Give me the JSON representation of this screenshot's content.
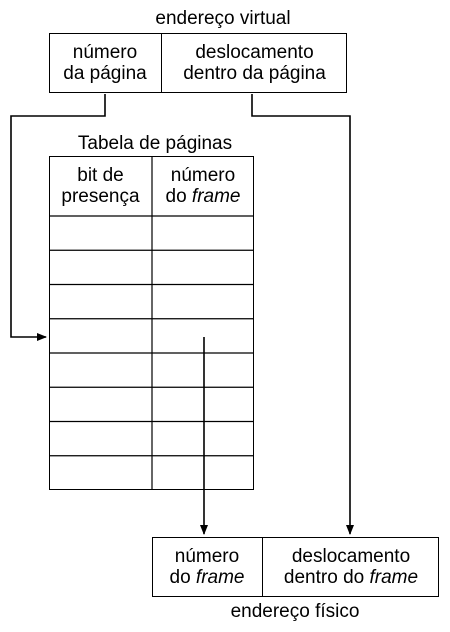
{
  "virtual_address": {
    "caption": "endereço virtual",
    "page_number": {
      "line1": "número",
      "line2": "da página"
    },
    "offset": {
      "line1": "deslocamento",
      "line2": "dentro da página"
    }
  },
  "page_table": {
    "caption": "Tabela de páginas",
    "col_presence": {
      "line1": "bit de",
      "line2": "presença"
    },
    "col_frame": {
      "line1": "número",
      "line2_plain": "do ",
      "line2_italic": "frame"
    },
    "row_count": 8
  },
  "physical_address": {
    "caption": "endereço físico",
    "frame_number": {
      "line1": "número",
      "line2_plain": "do ",
      "line2_italic": "frame"
    },
    "offset": {
      "line1": "deslocamento",
      "line2_plain": "dentro do ",
      "line2_italic": "frame"
    }
  }
}
